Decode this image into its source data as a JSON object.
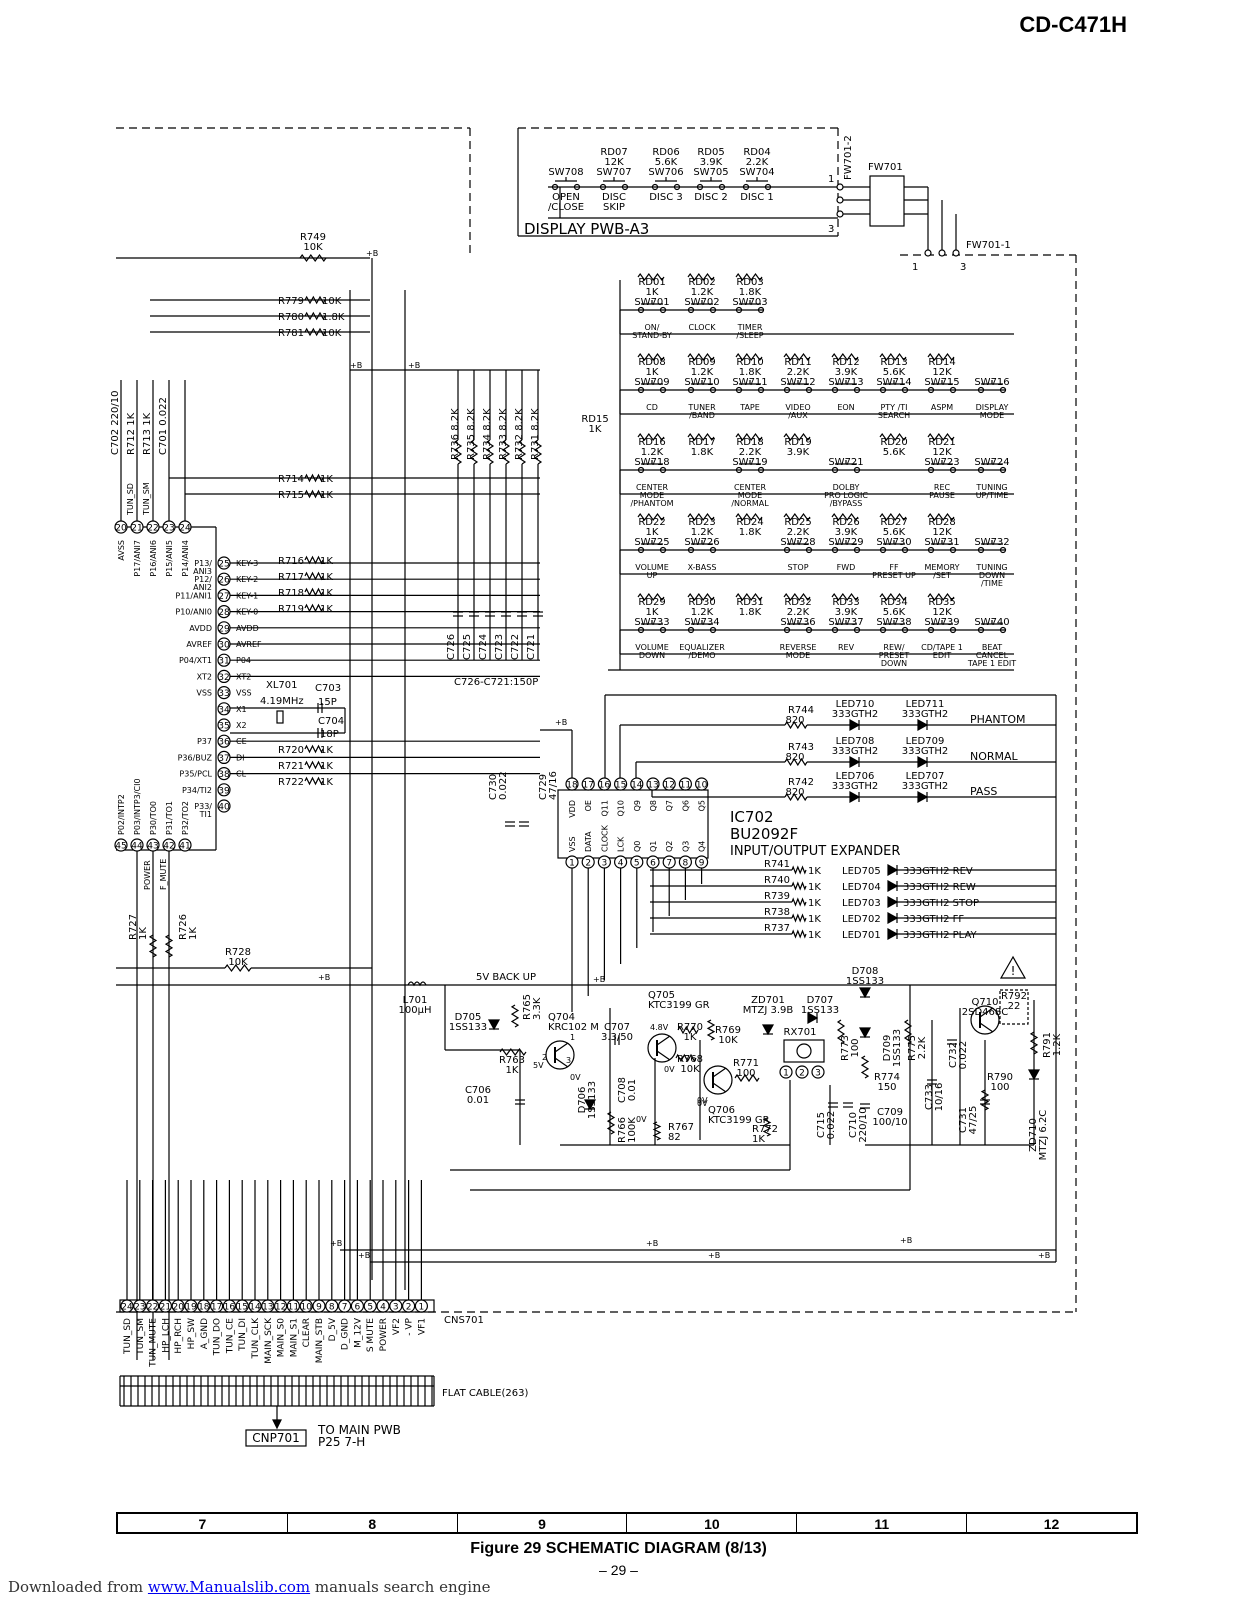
{
  "header": {
    "model": "CD-C471H"
  },
  "display_pwb": {
    "title": "DISPLAY PWB-A3",
    "resistors": [
      {
        "ref": "RD07",
        "value": "12K"
      },
      {
        "ref": "RD06",
        "value": "5.6K"
      },
      {
        "ref": "RD05",
        "value": "3.9K"
      },
      {
        "ref": "RD04",
        "value": "2.2K"
      }
    ],
    "switches": [
      {
        "ref": "SW708",
        "label": "OPEN\n/CLOSE"
      },
      {
        "ref": "SW707",
        "label": "DISC\nSKIP"
      },
      {
        "ref": "SW706",
        "label": "DISC 3"
      },
      {
        "ref": "SW705",
        "label": "DISC 2"
      },
      {
        "ref": "SW704",
        "label": "DISC 1"
      }
    ],
    "connector_top": "FW701-2",
    "connector_mid": "FW701",
    "connector_bottom": "FW701-1",
    "pins": [
      "1",
      "3",
      "1",
      "3"
    ]
  },
  "key_matrix": {
    "rows": [
      [
        {
          "rd": "RD01",
          "val": "1K",
          "sw": "SW701",
          "label": "ON/\nSTAND-BY"
        },
        {
          "rd": "RD02",
          "val": "1.2K",
          "sw": "SW702",
          "label": "CLOCK"
        },
        {
          "rd": "RD03",
          "val": "1.8K",
          "sw": "SW703",
          "label": "TIMER\n/SLEEP"
        }
      ],
      [
        {
          "rd": "RD08",
          "val": "1K",
          "sw": "SW709",
          "label": "CD"
        },
        {
          "rd": "RD09",
          "val": "1.2K",
          "sw": "SW710",
          "label": "TUNER\n/BAND"
        },
        {
          "rd": "RD10",
          "val": "1.8K",
          "sw": "SW711",
          "label": "TAPE"
        },
        {
          "rd": "RD11",
          "val": "2.2K",
          "sw": "SW712",
          "label": "VIDEO\n/AUX"
        },
        {
          "rd": "RD12",
          "val": "3.9K",
          "sw": "SW713",
          "label": "EON"
        },
        {
          "rd": "RD13",
          "val": "5.6K",
          "sw": "SW714",
          "label": "PTY /TI\nSEARCH"
        },
        {
          "rd": "RD14",
          "val": "12K",
          "sw": "SW715",
          "label": "ASPM"
        },
        {
          "rd": "",
          "val": "",
          "sw": "SW716",
          "label": "DISPLAY\nMODE"
        }
      ],
      [
        {
          "rd": "RD16",
          "val": "1.2K",
          "sw": "SW718",
          "label": "CENTER\nMODE\n/PHANTOM"
        },
        {
          "rd": "RD17",
          "val": "1.8K",
          "sw": "",
          "label": ""
        },
        {
          "rd": "RD18",
          "val": "2.2K",
          "sw": "SW719",
          "label": "CENTER\nMODE\n/NORMAL"
        },
        {
          "rd": "RD19",
          "val": "3.9K",
          "sw": "",
          "label": ""
        },
        {
          "rd": "",
          "val": "",
          "sw": "SW721",
          "label": "DOLBY\nPRO LOGIC\n/BYPASS"
        },
        {
          "rd": "RD20",
          "val": "5.6K",
          "sw": "",
          "label": ""
        },
        {
          "rd": "RD21",
          "val": "12K",
          "sw": "SW723",
          "label": "REC\nPAUSE"
        },
        {
          "rd": "",
          "val": "",
          "sw": "SW724",
          "label": "TUNING\nUP/TIME"
        }
      ],
      [
        {
          "rd": "RD22",
          "val": "1K",
          "sw": "SW725",
          "label": "VOLUME\nUP"
        },
        {
          "rd": "RD23",
          "val": "1.2K",
          "sw": "SW726",
          "label": "X-BASS"
        },
        {
          "rd": "RD24",
          "val": "1.8K",
          "sw": "",
          "label": ""
        },
        {
          "rd": "RD25",
          "val": "2.2K",
          "sw": "SW728",
          "label": "STOP"
        },
        {
          "rd": "RD26",
          "val": "3.9K",
          "sw": "SW729",
          "label": "FWD"
        },
        {
          "rd": "RD27",
          "val": "5.6K",
          "sw": "SW730",
          "label": "FF\nPRESET UP"
        },
        {
          "rd": "RD28",
          "val": "12K",
          "sw": "SW731",
          "label": "MEMORY\n/SET"
        },
        {
          "rd": "",
          "val": "",
          "sw": "SW732",
          "label": "TUNING\nDOWN\n/TIME"
        }
      ],
      [
        {
          "rd": "RD29",
          "val": "1K",
          "sw": "SW733",
          "label": "VOLUME\nDOWN"
        },
        {
          "rd": "RD30",
          "val": "1.2K",
          "sw": "SW734",
          "label": "EQUALIZER\n/DEMO"
        },
        {
          "rd": "RD31",
          "val": "1.8K",
          "sw": "",
          "label": ""
        },
        {
          "rd": "RD32",
          "val": "2.2K",
          "sw": "SW736",
          "label": "REVERSE\nMODE"
        },
        {
          "rd": "RD33",
          "val": "3.9K",
          "sw": "SW737",
          "label": "REV"
        },
        {
          "rd": "RD34",
          "val": "5.6K",
          "sw": "SW738",
          "label": "REW/\nPRESET\nDOWN"
        },
        {
          "rd": "RD35",
          "val": "12K",
          "sw": "SW739",
          "label": "CD/TAPE 1\nEDIT"
        },
        {
          "rd": "",
          "val": "",
          "sw": "SW740",
          "label": "BEAT\nCANCEL\nTAPE 1 EDIT"
        }
      ]
    ],
    "rd15": "RD15\n1K"
  },
  "mcu": {
    "top_pins": [
      "20",
      "21",
      "22",
      "23",
      "24"
    ],
    "top_pin_labels": [
      "AVSS",
      "P17/ANI7",
      "P16/ANI6",
      "P15/ANI5",
      "P14/ANI4"
    ],
    "top_nets": [
      "TUN_SD",
      "TUN_SM"
    ],
    "right_pins": [
      {
        "num": "25",
        "name": "P13/\nANI3",
        "net": "KEY-3"
      },
      {
        "num": "26",
        "name": "P12/\nANI2",
        "net": "KEY-2"
      },
      {
        "num": "27",
        "name": "P11/ANI1",
        "net": "KEY-1"
      },
      {
        "num": "28",
        "name": "P10/ANI0",
        "net": "KEY-0"
      },
      {
        "num": "29",
        "name": "AVDD",
        "net": "AVDD"
      },
      {
        "num": "30",
        "name": "AVREF",
        "net": "AVREF"
      },
      {
        "num": "31",
        "name": "P04/XT1",
        "net": "P04"
      },
      {
        "num": "32",
        "name": "XT2",
        "net": "XT2"
      },
      {
        "num": "33",
        "name": "VSS",
        "net": "VSS"
      },
      {
        "num": "34",
        "name": "",
        "net": "X1"
      },
      {
        "num": "35",
        "name": "",
        "net": "X2"
      },
      {
        "num": "36",
        "name": "P37",
        "net": "CE"
      },
      {
        "num": "37",
        "name": "P36/BUZ",
        "net": "DI"
      },
      {
        "num": "38",
        "name": "P35/PCL",
        "net": "CL"
      },
      {
        "num": "39",
        "name": "P34/TI2",
        "net": ""
      },
      {
        "num": "40",
        "name": "P33/\nTI1",
        "net": ""
      }
    ],
    "bottom_pins": [
      "45",
      "44",
      "43",
      "42",
      "41"
    ],
    "bottom_pin_labels": [
      "P02/INTP2",
      "P03/INTP3/CI0",
      "P30/TO0",
      "P31/TO1",
      "P32/TO2"
    ],
    "bottom_nets": [
      "POWER",
      "F_MUTE"
    ]
  },
  "components": {
    "r749": "R749\n10K",
    "r779": "R779",
    "r779v": "10K",
    "r780": "R780",
    "r780v": "1.8K",
    "r781": "R781",
    "r781v": "10K",
    "r714": "R714",
    "r714v": "1K",
    "r715": "R715",
    "r715v": "1K",
    "r716": "R716",
    "r716v": "1K",
    "r717": "R717",
    "r717v": "1K",
    "r718": "R718",
    "r718v": "1K",
    "r719": "R719",
    "r719v": "1K",
    "r720": "R720",
    "r720v": "1K",
    "r721": "R721",
    "r721v": "1K",
    "r722": "R722",
    "r722v": "1K",
    "xl701": "XL701",
    "xl701v": "4.19MHz",
    "c703": "C703",
    "c703v": "15P",
    "c704": "C704",
    "c704v": "18P",
    "left_vert": [
      "C702 220/10",
      "R712 1K",
      "R713 1K",
      "C701 0.022"
    ],
    "pullups": [
      "R736 8.2K",
      "R735 8.2K",
      "R734 8.2K",
      "R733 8.2K",
      "R732 8.2K",
      "R731 8.2K"
    ],
    "caps": [
      "C726",
      "C725",
      "C724",
      "C723",
      "C722",
      "C721"
    ],
    "caps_note": "C726-C721:150P",
    "c730": "C730\n0.022",
    "c729": "C729\n47/16",
    "r727": "R727\n1K",
    "r726": "R726\n1K",
    "r728": "R728",
    "r728v": "10K",
    "plusb": "+B"
  },
  "ic702": {
    "ref": "IC702",
    "part": "BU2092F",
    "desc": "INPUT/OUTPUT EXPANDER",
    "top_pins": [
      "18",
      "17",
      "16",
      "15",
      "14",
      "13",
      "12",
      "11",
      "10"
    ],
    "top_names": [
      "VDD",
      "OE",
      "Q11",
      "Q10",
      "Q9",
      "Q8",
      "Q7",
      "Q6",
      "Q5"
    ],
    "bottom_pins": [
      "1",
      "2",
      "3",
      "4",
      "5",
      "6",
      "7",
      "8",
      "9"
    ],
    "bottom_names": [
      "VSS",
      "DATA",
      "CLOCK",
      "LCK",
      "Q0",
      "Q1",
      "Q2",
      "Q3",
      "Q4"
    ]
  },
  "leds_top": [
    {
      "r": "R744",
      "rv": "820",
      "a": "LED710\n333GTH2",
      "b": "LED711\n333GTH2",
      "label": "PHANTOM"
    },
    {
      "r": "R743",
      "rv": "820",
      "a": "LED708\n333GTH2",
      "b": "LED709\n333GTH2",
      "label": "NORMAL"
    },
    {
      "r": "R742",
      "rv": "820",
      "a": "LED706\n333GTH2",
      "b": "LED707\n333GTH2",
      "label": "PASS"
    }
  ],
  "leds_bottom": [
    {
      "r": "R741",
      "rv": "1K",
      "led": "LED705",
      "part": "333GTH2",
      "label": "REV"
    },
    {
      "r": "R740",
      "rv": "1K",
      "led": "LED704",
      "part": "333GTH2",
      "label": "REW"
    },
    {
      "r": "R739",
      "rv": "1K",
      "led": "LED703",
      "part": "333GTH2",
      "label": "STOP"
    },
    {
      "r": "R738",
      "rv": "1K",
      "led": "LED702",
      "part": "333GTH2",
      "label": "FF"
    },
    {
      "r": "R737",
      "rv": "1K",
      "led": "LED701",
      "part": "333GTH2",
      "label": "PLAY"
    }
  ],
  "backup": {
    "net": "5V BACK UP",
    "l701": "L701\n100µH",
    "d705": "D705\n1SS133",
    "r765": "R765\n3.3K",
    "q704": "Q704\nKRC102 M",
    "r763": "R763\n1K",
    "c706": "C706\n0.01",
    "d706": "D706\n1SS133",
    "c707": "C707\n3.3/50",
    "c708": "C708\n0.01",
    "r766": "R766\n100K",
    "q705": "Q705\nKTC3199 GR",
    "r770": "R770\n1K",
    "r769": "R769\n10K",
    "r768": "R768\n10K",
    "r771": "R771\n100",
    "q706": "Q706\nKTC3199 GR",
    "r767": "R767\n82",
    "r772": "R772\n1K",
    "zd701": "ZD701\nMTZJ 3.9B",
    "d707": "D707\n1SS133",
    "rx701": "RX701",
    "c715": "C715\n0.022",
    "c710": "C710\n220/10",
    "r773": "R773\n100",
    "d708": "D708\n1SS133",
    "d709": "D709\n1SS133",
    "r774": "R774\n150",
    "c709": "C709\n100/10",
    "r775": "R775\n2.2K",
    "c733": "C733\n10/16",
    "c732": "C732\n0.022",
    "c731": "C731\n47/25",
    "q710": "Q710\n2SD468C",
    "r792": "R792\n22",
    "r791": "R791\n1.2K",
    "r790": "R790\n100",
    "zd710": "ZD710\nMTZJ 6.2C",
    "volts": [
      "4.8V",
      "5V",
      "0V",
      "0V",
      "0V",
      "0V",
      "0V",
      "3",
      "2",
      "1"
    ]
  },
  "cns701": {
    "ref": "CNS701",
    "pins": [
      "24",
      "23",
      "22",
      "21",
      "20",
      "19",
      "18",
      "17",
      "16",
      "15",
      "14",
      "13",
      "12",
      "11",
      "10",
      "9",
      "8",
      "7",
      "6",
      "5",
      "4",
      "3",
      "2",
      "1"
    ],
    "nets": [
      "TUN_SD",
      "TUN_SM",
      "TUN_MUTE",
      "HP_LCH",
      "HP_RCH",
      "HP_SW",
      "A_GND",
      "TUN_DO",
      "TUN_CE",
      "TUN_DI",
      "TUN_CLK",
      "MAIN_SCK",
      "MAIN_S0",
      "MAIN_S1",
      "CLEAR",
      "MAIN_STB",
      "D_5V",
      "D_GND",
      "M_12V",
      "S MUTE",
      "POWER",
      "VF2",
      "- VP",
      "VF1"
    ],
    "cable": "FLAT CABLE(263)",
    "cnp": "CNP701",
    "to": "TO MAIN PWB\nP25 7-H"
  },
  "zones": [
    "7",
    "8",
    "9",
    "10",
    "11",
    "12"
  ],
  "caption": "Figure 29 SCHEMATIC DIAGRAM (8/13)",
  "page": "– 29 –",
  "footer": {
    "prefix": "Downloaded from ",
    "link": "www.Manualslib.com",
    "suffix": " manuals search engine"
  }
}
